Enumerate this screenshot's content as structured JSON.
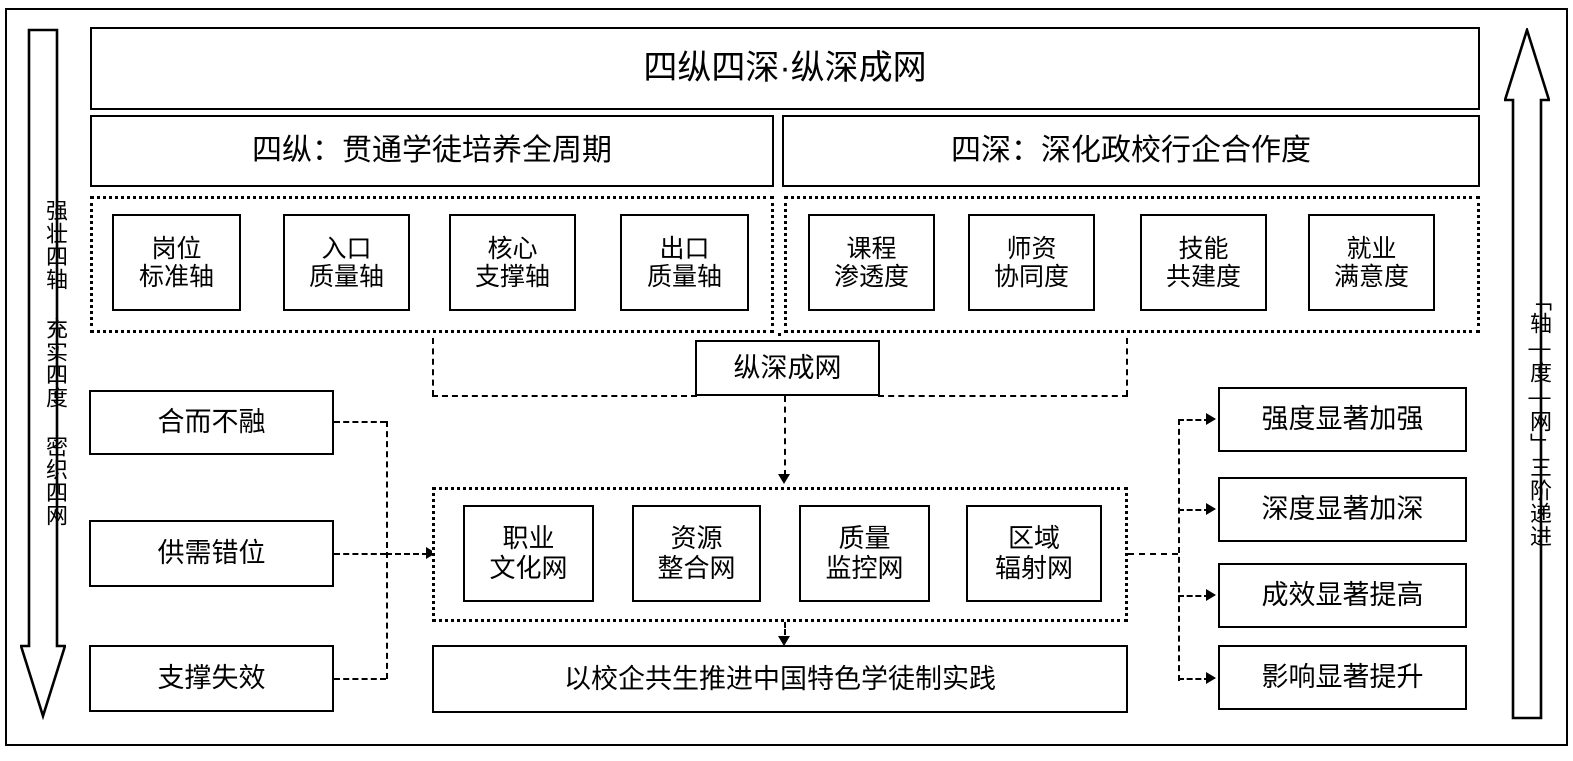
{
  "diagram": {
    "title": "四纵四深·纵深成网",
    "left_arrow_label": "强壮四轴 充实四度 密织四网",
    "right_arrow_label": "「轴—度—网」三阶递进",
    "columns": [
      {
        "heading": "四纵：贯通学徒培养全周期",
        "items": [
          {
            "line1": "岗位",
            "line2": "标准轴"
          },
          {
            "line1": "入口",
            "line2": "质量轴"
          },
          {
            "line1": "核心",
            "line2": "支撑轴"
          },
          {
            "line1": "出口",
            "line2": "质量轴"
          }
        ]
      },
      {
        "heading": "四深：深化政校行企合作度",
        "items": [
          {
            "line1": "课程",
            "line2": "渗透度"
          },
          {
            "line1": "师资",
            "line2": "协同度"
          },
          {
            "line1": "技能",
            "line2": "共建度"
          },
          {
            "line1": "就业",
            "line2": "满意度"
          }
        ]
      }
    ],
    "middle_node": "纵深成网",
    "problems": [
      {
        "label": "合而不融"
      },
      {
        "label": "供需错位"
      },
      {
        "label": "支撑失效"
      }
    ],
    "networks": [
      {
        "line1": "职业",
        "line2": "文化网"
      },
      {
        "line1": "资源",
        "line2": "整合网"
      },
      {
        "line1": "质量",
        "line2": "监控网"
      },
      {
        "line1": "区域",
        "line2": "辐射网"
      }
    ],
    "conclusion": "以校企共生推进中国特色学徒制实践",
    "outcomes": [
      {
        "label": "强度显著加强"
      },
      {
        "label": "深度显著加深"
      },
      {
        "label": "成效显著提高"
      },
      {
        "label": "影响显著提升"
      }
    ],
    "colors": {
      "line": "#000000",
      "background": "#ffffff"
    }
  }
}
